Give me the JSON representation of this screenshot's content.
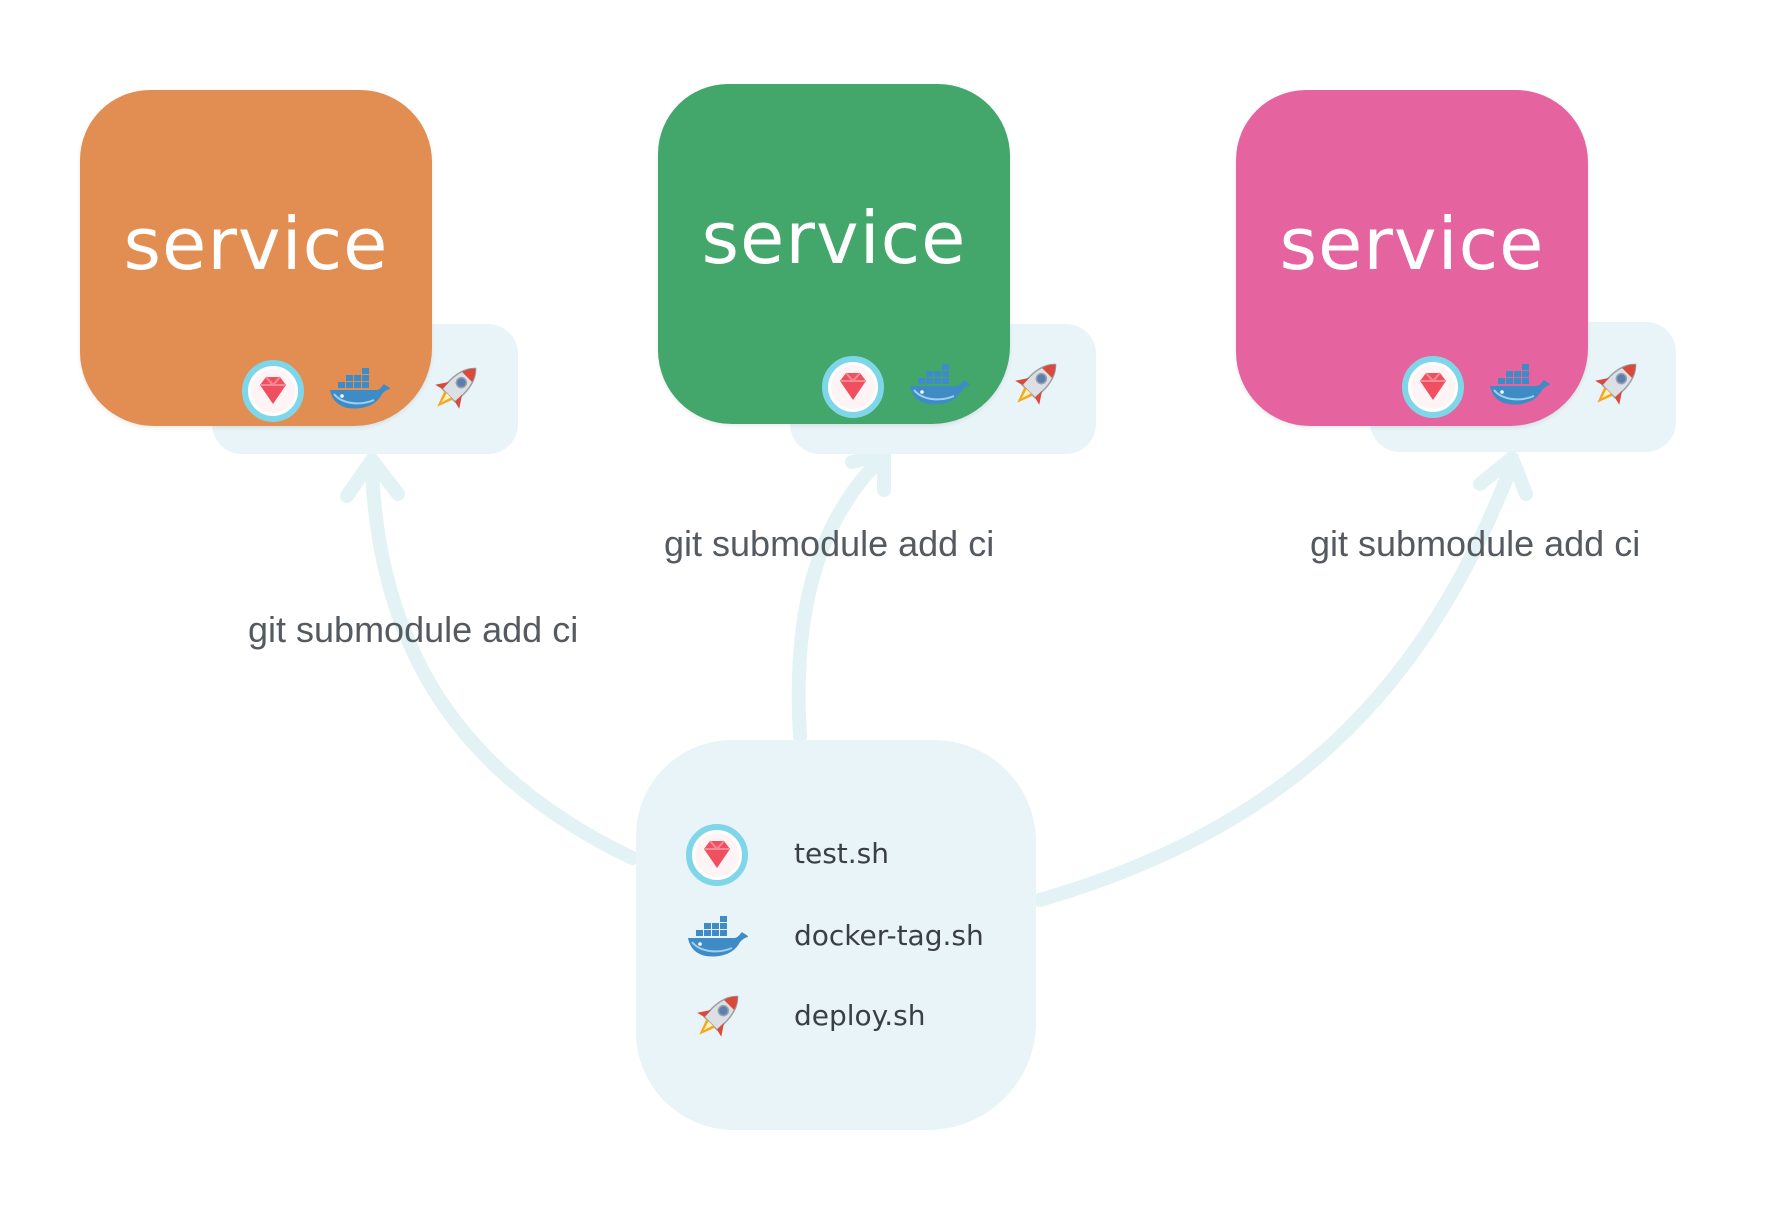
{
  "services": [
    {
      "label": "service",
      "color": "#e28e52"
    },
    {
      "label": "service",
      "color": "#43a66b"
    },
    {
      "label": "service",
      "color": "#e5649f"
    }
  ],
  "submodule_labels": [
    "git submodule add ci",
    "git submodule add ci",
    "git submodule add ci"
  ],
  "ci_scripts": [
    {
      "icon": "ruby-gem-icon",
      "name": "test.sh"
    },
    {
      "icon": "docker-whale-icon",
      "name": "docker-tag.sh"
    },
    {
      "icon": "rocket-icon",
      "name": "deploy.sh"
    }
  ],
  "colors": {
    "tray": "#e8f4f7",
    "arrow": "#e3f3f5",
    "ruby": "#ef4f5f",
    "ring": "#7fd6e8",
    "docker": "#3f8bc6"
  }
}
